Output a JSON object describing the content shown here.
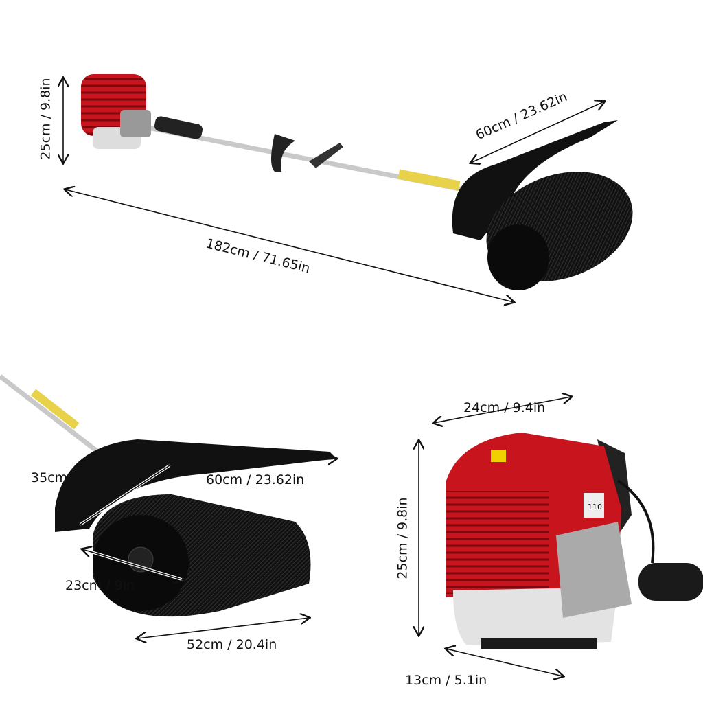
{
  "top_view": {
    "height_label": "25cm / 9.8in",
    "brush_width_label": "60cm / 23.62in",
    "total_length_label": "182cm / 71.65in"
  },
  "brush_detail": {
    "hood_depth_label": "35cm / 13.7in",
    "hood_width_label": "60cm / 23.62in",
    "brush_diameter_label": "23cm / 9in",
    "brush_length_label": "52cm / 20.4in"
  },
  "engine_detail": {
    "width_label": "24cm / 9.4in",
    "height_label": "25cm / 9.8in",
    "depth_label": "13cm / 5.1in",
    "engine_badge": "110"
  },
  "colors": {
    "engine": "#c8141c",
    "brush": "#111111",
    "shaft": "#c9c9c9",
    "arrow": "#111111"
  }
}
